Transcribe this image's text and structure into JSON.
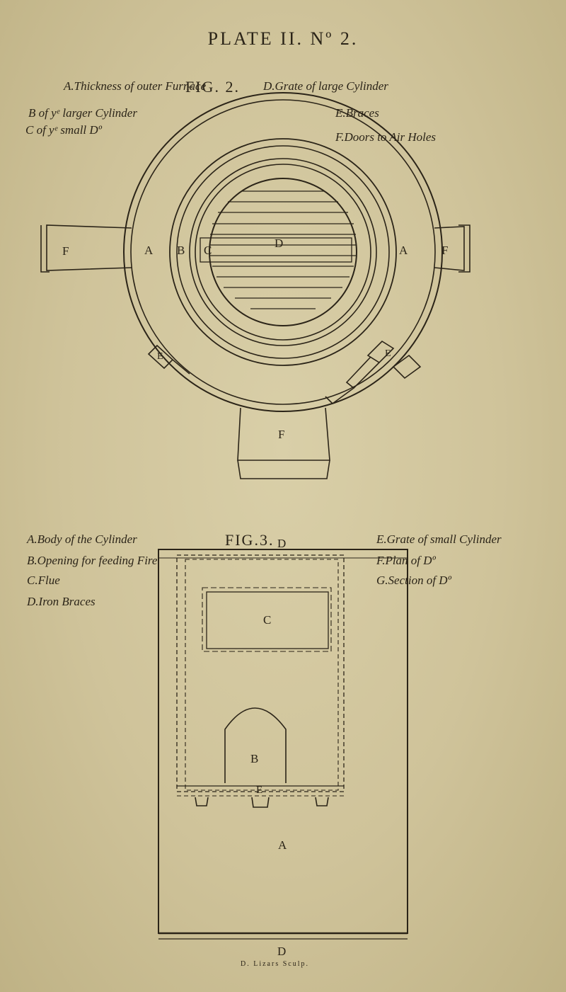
{
  "plate": {
    "title": "PLATE II. Nº 2.",
    "credit": "D. Lizars Sculp."
  },
  "fig2": {
    "title": "FIG. 2.",
    "legend": [
      "A.Thickness of outer Furnace",
      "B of yᵉ larger Cylinder",
      "C of yᵉ small Dº",
      "D.Grate of large Cylinder",
      "E.Braces",
      "F.Doors to Air Holes"
    ],
    "labels": {
      "A": "A",
      "B": "B",
      "C": "C",
      "D": "D",
      "E": "E",
      "F": "F"
    }
  },
  "fig3": {
    "title": "FIG.3.",
    "legend": [
      "A.Body of the Cylinder",
      "B.Opening for feeding Fire",
      "C.Flue",
      "D.Iron Braces",
      "E.Grate of small Cylinder",
      "F.Plan of Dº",
      "G.Section of Dº"
    ],
    "labels": {
      "A": "A",
      "B": "B",
      "C": "C",
      "D": "D",
      "E": "E"
    }
  }
}
